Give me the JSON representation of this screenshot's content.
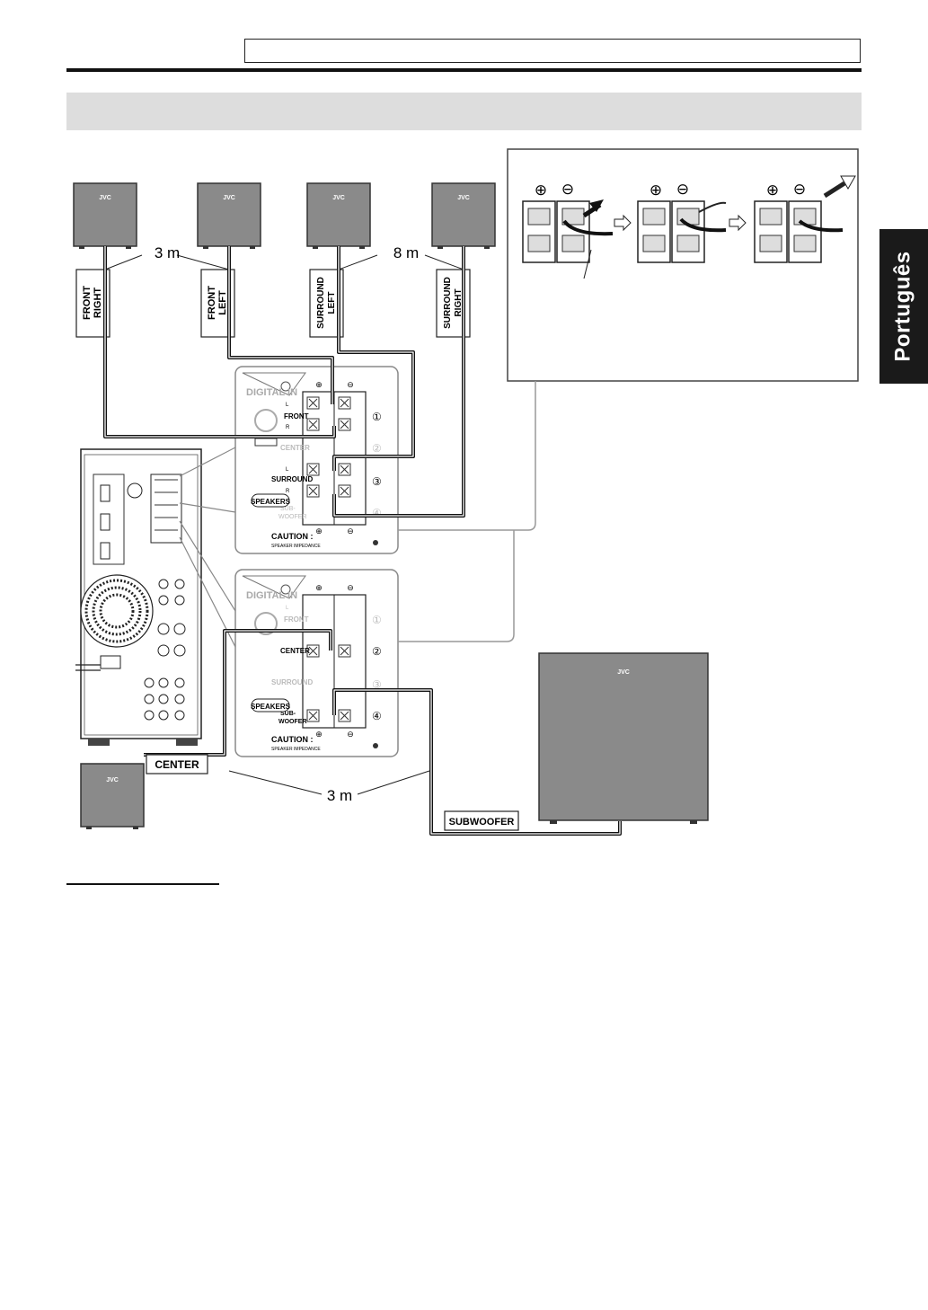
{
  "language_tab": "Português",
  "brand": "JVC",
  "distances": {
    "front": "3 m",
    "surround": "8 m",
    "center_sub": "3 m"
  },
  "speaker_labels": {
    "front_right": [
      "FRONT",
      "RIGHT"
    ],
    "front_left": [
      "FRONT",
      "LEFT"
    ],
    "surround_left": [
      "SURROUND",
      "LEFT"
    ],
    "surround_right": [
      "SURROUND",
      "RIGHT"
    ],
    "center": "CENTER",
    "subwoofer": "SUBWOOFER"
  },
  "panel": {
    "digital_in": "DIGITAL IN",
    "front": "FRONT",
    "center": "CENTER",
    "surround": "SURROUND",
    "sub_woofer": [
      "SUB-",
      "WOOFER"
    ],
    "speakers": "SPEAKERS",
    "caution": "CAUTION :",
    "speaker_impedance": "SPEAKER IMPEDANCE",
    "l": "L",
    "r": "R",
    "n1": "①",
    "n2": "②",
    "n3": "③",
    "n4": "④",
    "plus": "⊕",
    "minus": "⊖"
  },
  "colors": {
    "speaker_fill": "#8a8a8a",
    "cable": "#111111",
    "panel_gray": "#888888"
  }
}
